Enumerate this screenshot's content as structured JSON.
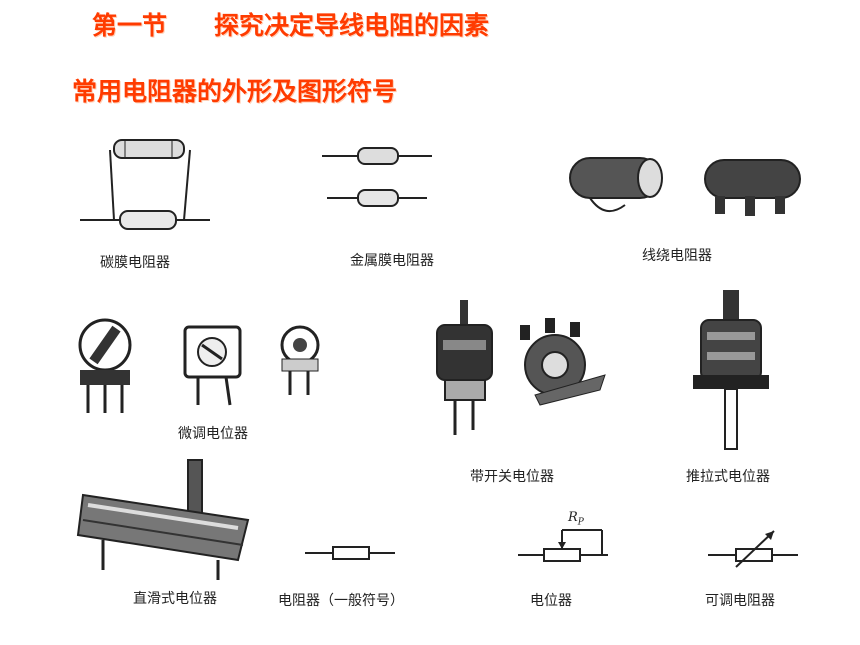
{
  "heading": {
    "section": "第一节",
    "topic": "探究决定导线电阻的因素"
  },
  "subheading": "常用电阻器的外形及图形符号",
  "captions": {
    "carbon_film": "碳膜电阻器",
    "metal_film": "金属膜电阻器",
    "wire_wound": "线绕电阻器",
    "trimmer": "微调电位器",
    "switch_pot": "带开关电位器",
    "push_pull_pot": "推拉式电位器",
    "slide_pot": "直滑式电位器",
    "resistor_symbol": "电阻器（一般符号）",
    "pot_symbol": "电位器",
    "variable_symbol": "可调电阻器"
  },
  "symbol_labels": {
    "rp_main": "R",
    "rp_sub": "P"
  },
  "colors": {
    "title": "#ff3b00",
    "ink": "#222222"
  }
}
